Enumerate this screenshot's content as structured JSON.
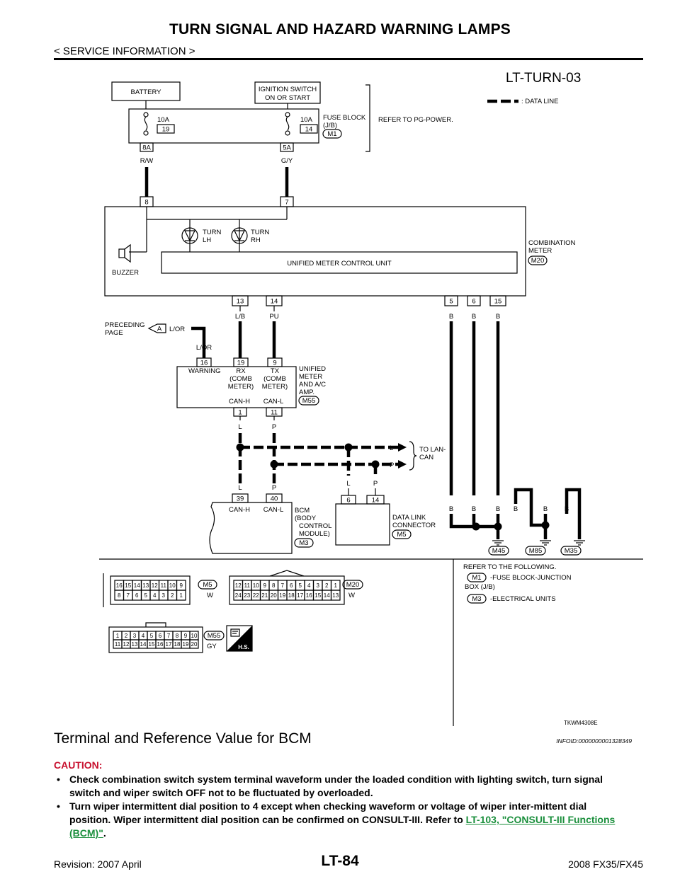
{
  "header": {
    "title": "TURN SIGNAL AND HAZARD WARNING LAMPS",
    "breadcrumb": "< SERVICE INFORMATION >"
  },
  "diagram": {
    "code": "LT-TURN-03",
    "legend": ": DATA LINE",
    "battery": "BATTERY",
    "ign_line1": "IGNITION SWITCH",
    "ign_line2": "ON OR START",
    "fuse1_amp": "10A",
    "fuse1_no": "19",
    "fuse2_amp": "10A",
    "fuse2_no": "14",
    "fuse_block_line1": "FUSE BLOCK",
    "fuse_block_line2": "(J/B)",
    "fuse_block_conn": "M1",
    "refer_pg": "REFER TO PG-POWER.",
    "term_8a": "8A",
    "term_5a": "5A",
    "wire_rw": "R/W",
    "wire_gy": "G/Y",
    "meter_pin_8": "8",
    "meter_pin_7": "7",
    "turn_lh_1": "TURN",
    "turn_lh_2": "LH",
    "turn_rh_1": "TURN",
    "turn_rh_2": "RH",
    "buzzer": "BUZZER",
    "umcu": "UNIFIED METER CONTROL UNIT",
    "comb_meter_1": "COMBINATION",
    "comb_meter_2": "METER",
    "comb_meter_conn": "M20",
    "pin_13": "13",
    "pin_14": "14",
    "pin_5": "5",
    "pin_6": "6",
    "pin_15": "15",
    "wire_lb": "L/B",
    "wire_pu": "PU",
    "wire_b": "B",
    "preceding_1": "PRECEDING",
    "preceding_2": "PAGE",
    "preceding_tag": "A",
    "wire_lor": "L/OR",
    "amp_pin_16": "16",
    "amp_pin_19": "19",
    "amp_pin_9": "9",
    "warning": "WARNING",
    "rx_1": "RX",
    "rx_2": "(COMB",
    "rx_3": "METER)",
    "tx_1": "TX",
    "tx_2": "(COMB",
    "tx_3": "METER)",
    "amp_1": "UNIFIED",
    "amp_2": "METER",
    "amp_3": "AND A/C",
    "amp_4": "AMP.",
    "amp_conn": "M55",
    "canh": "CAN-H",
    "canl": "CAN-L",
    "amp_pin_1": "1",
    "amp_pin_11": "11",
    "wire_l": "L",
    "wire_p": "P",
    "to_lan_1": "TO LAN-",
    "to_lan_2": "CAN",
    "bcm_pin_39": "39",
    "bcm_pin_40": "40",
    "bcm_1": "BCM",
    "bcm_2": "(BODY",
    "bcm_3": "CONTROL",
    "bcm_4": "MODULE)",
    "bcm_conn": "M3",
    "dlc_pin_6": "6",
    "dlc_pin_14": "14",
    "dlc_1": "DATA LINK",
    "dlc_2": "CONNECTOR",
    "dlc_conn": "M5",
    "gnd_1": "M45",
    "gnd_2": "M85",
    "gnd_3": "M35",
    "refer_following": "REFER TO THE FOLLOWING.",
    "ref_m1": "M1",
    "ref_m1_text_1": "-FUSE BLOCK-JUNCTION",
    "ref_m1_text_2": "BOX (J/B)",
    "ref_m3": "M3",
    "ref_m3_text": "-ELECTRICAL UNITS",
    "conn_m5": "M5",
    "conn_m5_color": "W",
    "conn_m20": "M20",
    "conn_m20_color": "W",
    "conn_m55": "M55",
    "conn_m55_color": "GY",
    "hs": "H.S.",
    "m5_row1": [
      "16",
      "15",
      "14",
      "13",
      "12",
      "11",
      "10",
      "9"
    ],
    "m5_row2": [
      "8",
      "7",
      "6",
      "5",
      "4",
      "3",
      "2",
      "1"
    ],
    "m20_row1": [
      "12",
      "11",
      "10",
      "9",
      "8",
      "7",
      "6",
      "5",
      "4",
      "3",
      "2",
      "1"
    ],
    "m20_row2": [
      "24",
      "23",
      "22",
      "21",
      "20",
      "19",
      "18",
      "17",
      "16",
      "15",
      "14",
      "13"
    ],
    "m55_row1": [
      "1",
      "2",
      "3",
      "4",
      "5",
      "6",
      "7",
      "8",
      "9",
      "10"
    ],
    "m55_row2": [
      "11",
      "12",
      "13",
      "14",
      "15",
      "16",
      "17",
      "18",
      "19",
      "20"
    ],
    "fig_id": "TKWM4308E"
  },
  "section": {
    "title": "Terminal and Reference Value for BCM",
    "info_id": "INFOID:0000000001328349"
  },
  "caution": {
    "label": "CAUTION:",
    "item1": "Check combination switch system terminal waveform under the loaded condition with lighting switch, turn signal switch and wiper switch OFF not to be fluctuated by overloaded.",
    "item2_pre": "Turn wiper intermittent dial position to 4 except when checking waveform or voltage of wiper inter-mittent dial position. Wiper intermittent dial position can be confirmed on CONSULT-III. Refer to ",
    "item2_link": "LT-103, \"CONSULT-III Functions (BCM)\"",
    "item2_post": "."
  },
  "footer": {
    "page": "LT-84",
    "revision": "Revision: 2007 April",
    "model": "2008 FX35/FX45"
  }
}
